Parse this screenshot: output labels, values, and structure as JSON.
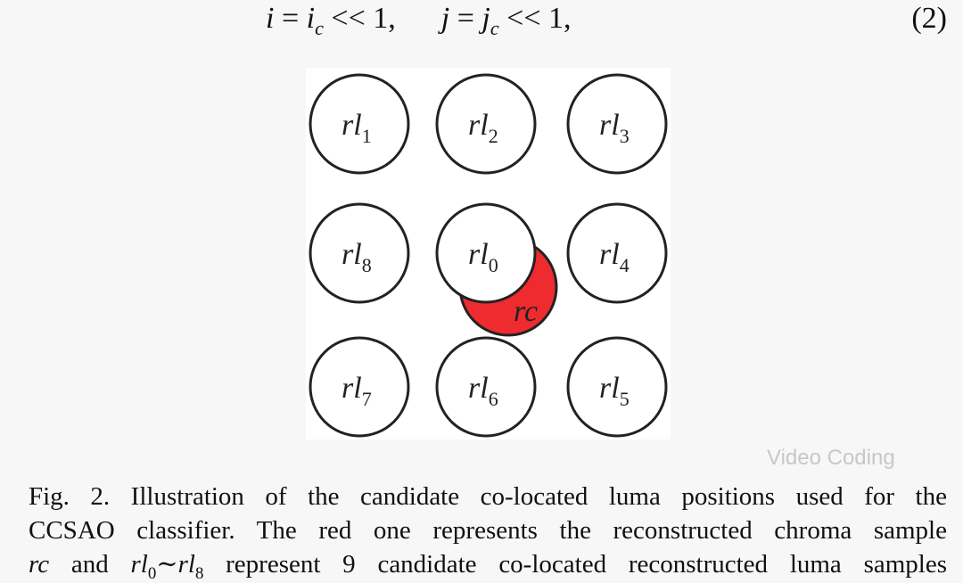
{
  "equation": {
    "lhs_i": "i",
    "rhs_i": "i",
    "sub_i": "c",
    "op": "<< 1,",
    "lhs_j": "j",
    "rhs_j": "j",
    "sub_j": "c",
    "number": "(2)"
  },
  "figure": {
    "luma": [
      {
        "base": "rl",
        "sub": "1",
        "row": 0,
        "col": 0
      },
      {
        "base": "rl",
        "sub": "2",
        "row": 0,
        "col": 1
      },
      {
        "base": "rl",
        "sub": "3",
        "row": 0,
        "col": 2
      },
      {
        "base": "rl",
        "sub": "8",
        "row": 1,
        "col": 0
      },
      {
        "base": "rl",
        "sub": "4",
        "row": 1,
        "col": 2
      },
      {
        "base": "rl",
        "sub": "7",
        "row": 2,
        "col": 0
      },
      {
        "base": "rl",
        "sub": "6",
        "row": 2,
        "col": 1
      },
      {
        "base": "rl",
        "sub": "5",
        "row": 2,
        "col": 2
      },
      {
        "base": "rl",
        "sub": "0",
        "row": 1,
        "col": 1
      }
    ],
    "chroma": {
      "label": "rc",
      "color": "#ee2b2f"
    }
  },
  "caption": {
    "lines": [
      "Fig. 2.  Illustration of the candidate co-located luma positions used for the",
      "CCSAO classifier. The red one represents the reconstructed chroma sample",
      "rc and rl0∼rl8 represent 9 candidate co-located reconstructed luma samples"
    ]
  },
  "watermark": "Video Coding"
}
